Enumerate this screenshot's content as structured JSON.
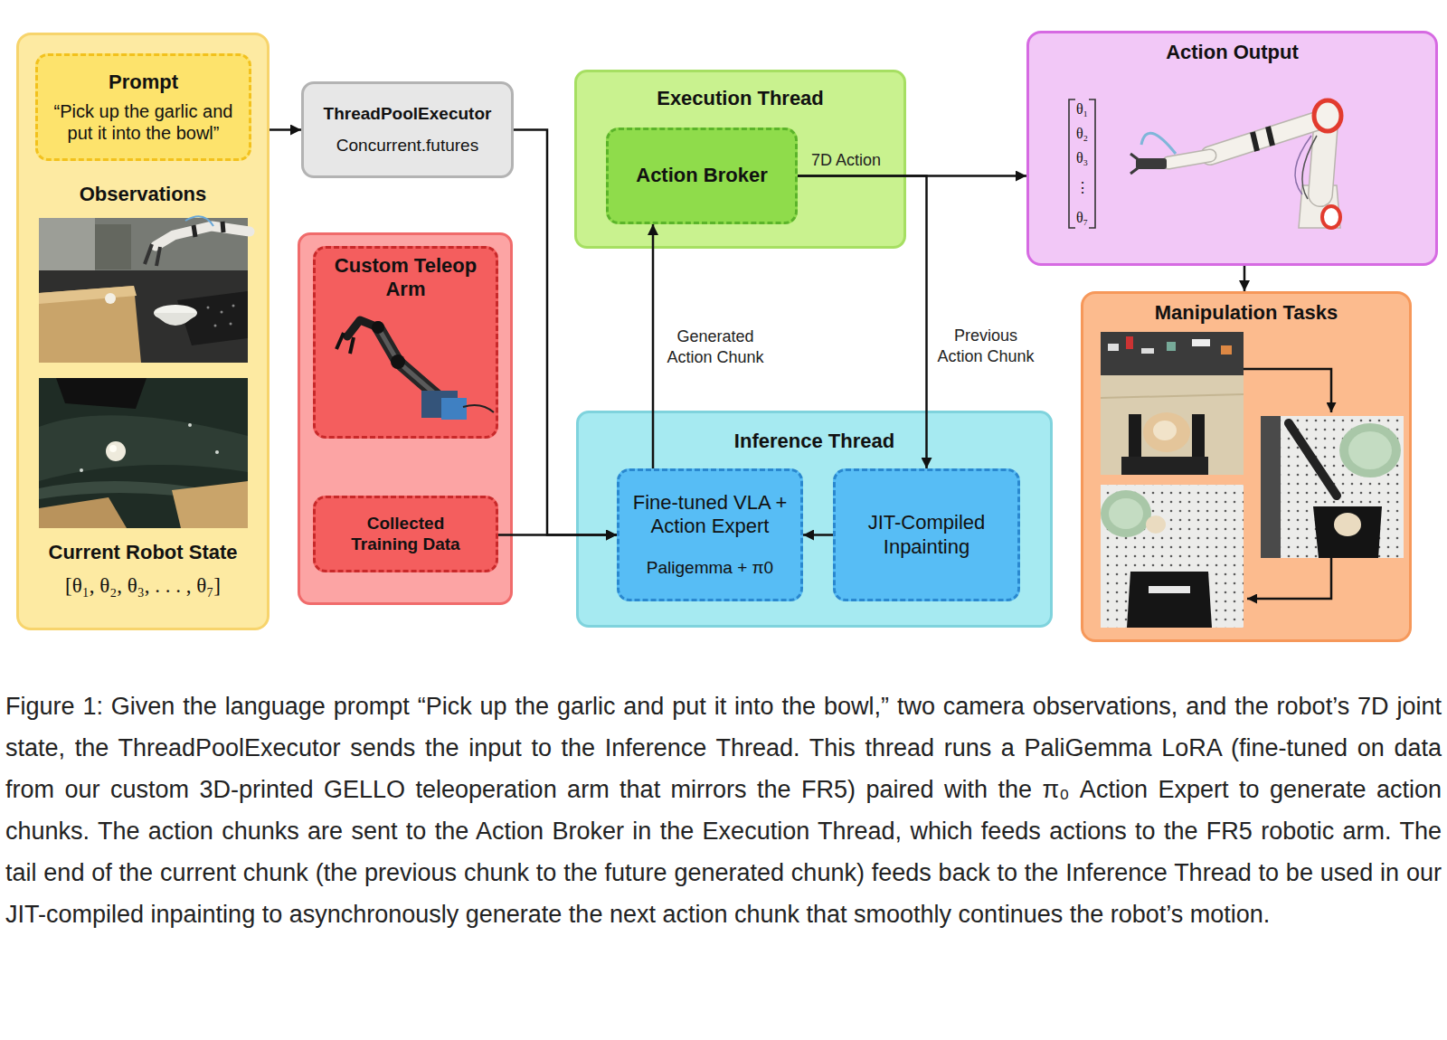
{
  "diagram": {
    "caption": "Figure 1: Given the language prompt “Pick up the garlic and put it into the bowl,” two camera observations, and the robot’s 7D joint state, the ThreadPoolExecutor sends the input to the Inference Thread. This thread runs a PaliGemma LoRA (fine-tuned on data from our custom 3D-printed GELLO teleoperation arm that mirrors the FR5) paired with the π₀ Action Expert to generate action chunks. The action chunks are sent to the Action Broker in the Execution Thread, which feeds actions to the FR5 robotic arm. The tail end of the current chunk (the previous chunk to the future generated chunk) feeds back to the Inference Thread to be used in our JIT-compiled inpainting to asynchronously generate the next action chunk that smoothly continues the robot’s motion.",
    "nodes": [
      {
        "text": [
          "Observations",
          "Current Robot State",
          "[θ₁, θ₂, θ₃, . . . , θ₇]"
        ]
      },
      {
        "text": [
          "Prompt",
          "“Pick up the garlic and put it into the bowl”"
        ],
        "in": 0
      },
      {
        "text": [
          "ThreadPoolExecutor",
          "Concurrent.futures"
        ]
      },
      {
        "text": []
      },
      {
        "text": [
          "Custom Teleop Arm"
        ],
        "in": 3
      },
      {
        "text": [
          "Collected Training Data"
        ],
        "in": 3
      },
      {
        "text": [
          "Execution Thread"
        ]
      },
      {
        "text": [
          "Action Broker"
        ],
        "in": 6
      },
      {
        "text": [
          "Inference Thread"
        ]
      },
      {
        "text": [
          "Fine-tuned VLA + Action Expert",
          "Paligemma + π0"
        ],
        "in": 8
      },
      {
        "text": [
          "JIT-Compiled Inpainting"
        ],
        "in": 8
      },
      {
        "text": [
          "Action Output"
        ]
      },
      {
        "text": [
          "Manipulation Tasks"
        ]
      }
    ],
    "edges": [
      {
        "from": 0,
        "to": 2,
        "arrow": "to"
      },
      {
        "from": 2,
        "to": 9,
        "arrow": "to"
      },
      {
        "from": 5,
        "to": 9,
        "arrow": "to"
      },
      {
        "from": 9,
        "to": 7,
        "label": "Generated Action Chunk",
        "arrow": "to"
      },
      {
        "from": 7,
        "to": 11,
        "label": "7D Action",
        "arrow": "to"
      },
      {
        "from": 7,
        "to": 10,
        "label": "Previous Action Chunk",
        "arrow": "to"
      },
      {
        "from": 10,
        "to": 9,
        "arrow": "to"
      },
      {
        "from": 11,
        "to": 12,
        "arrow": "to"
      }
    ],
    "labels": [
      "θ₁",
      "θ₂",
      "θ₃",
      "⋮",
      "θ₇"
    ]
  }
}
